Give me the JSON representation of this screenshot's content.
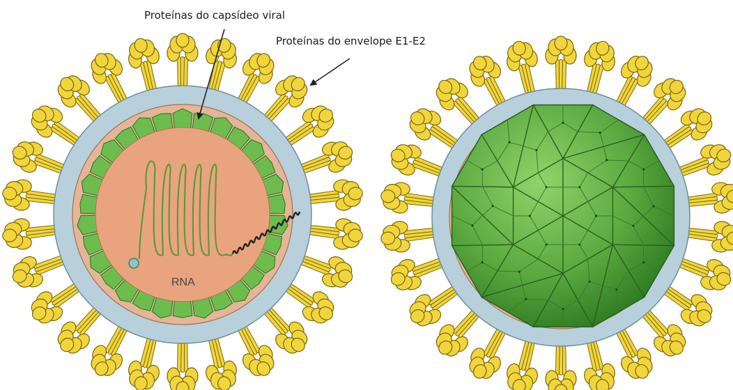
{
  "labels": {
    "capsid_proteins": "Proteínas do capsídeo viral",
    "envelope_proteins": "Proteínas do envelope E1-E2",
    "rna": "RNA"
  },
  "colors": {
    "spike_yellow": "#f0d63c",
    "spike_outline": "#7a6310",
    "membrane_blue": "#b7d0dc",
    "membrane_tan": "#e4b596",
    "capsid_green": "#6cbd4e",
    "capsid_dark": "#2f6e22",
    "core_salmon": "#e9a47f",
    "rna_green": "#5e9a3a",
    "icosa_green": "#5aa83f"
  },
  "figure": {
    "left_view": "cross-section",
    "right_view": "surface",
    "spike_count": 26
  }
}
